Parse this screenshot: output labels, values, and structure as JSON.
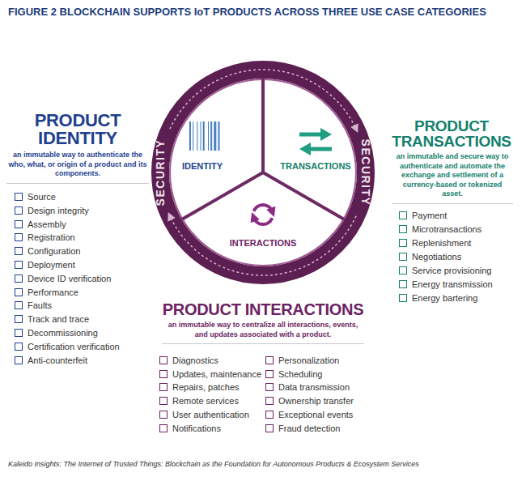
{
  "diagram": {
    "title": "FIGURE 2 BLOCKCHAIN SUPPORTS IoT PRODUCTS ACROSS THREE USE CASE CATEGORIES",
    "caption": "Kaleido Insights: The Internet of Trusted Things: Blockchain as the Foundation for Autonomous Products & Ecosystem Services",
    "nodes": [
      {
        "text": [
          "SECURITY",
          "SECURITY"
        ]
      },
      {
        "text": [
          "IDENTITY"
        ],
        "in": 0
      },
      {
        "text": [
          "TRANSACTIONS"
        ],
        "in": 0
      },
      {
        "text": [
          "INTERACTIONS"
        ],
        "in": 0
      }
    ],
    "labels": [
      "PRODUCT IDENTITY",
      "an immutable way to authenticate the who, what, or origin of a product and its components.",
      "Source",
      "Design integrity",
      "Assembly",
      "Registration",
      "Configuration",
      "Deployment",
      "Device ID verification",
      "Performance",
      "Faults",
      "Track and trace",
      "Decommissioning",
      "Certification verification",
      "Anti-counterfeit",
      "PRODUCT TRANSACTIONS",
      "an immutable and secure way to authenticate and automate the exchange and settlement of a currency-based or tokenized asset.",
      "Payment",
      "Microtransactions",
      "Replenishment",
      "Negotiations",
      "Service provisioning",
      "Energy transmission",
      "Energy bartering",
      "PRODUCT INTERACTIONS",
      "an immutable way to centralize all interactions, events, and updates associated with a product.",
      "Diagnostics",
      "Updates, maintenance",
      "Repairs, patches",
      "Remote services",
      "User authentication",
      "Notifications",
      "Personalization",
      "Scheduling",
      "Data transmission",
      "Ownership transfer",
      "Exceptional events",
      "Fraud detection"
    ]
  }
}
